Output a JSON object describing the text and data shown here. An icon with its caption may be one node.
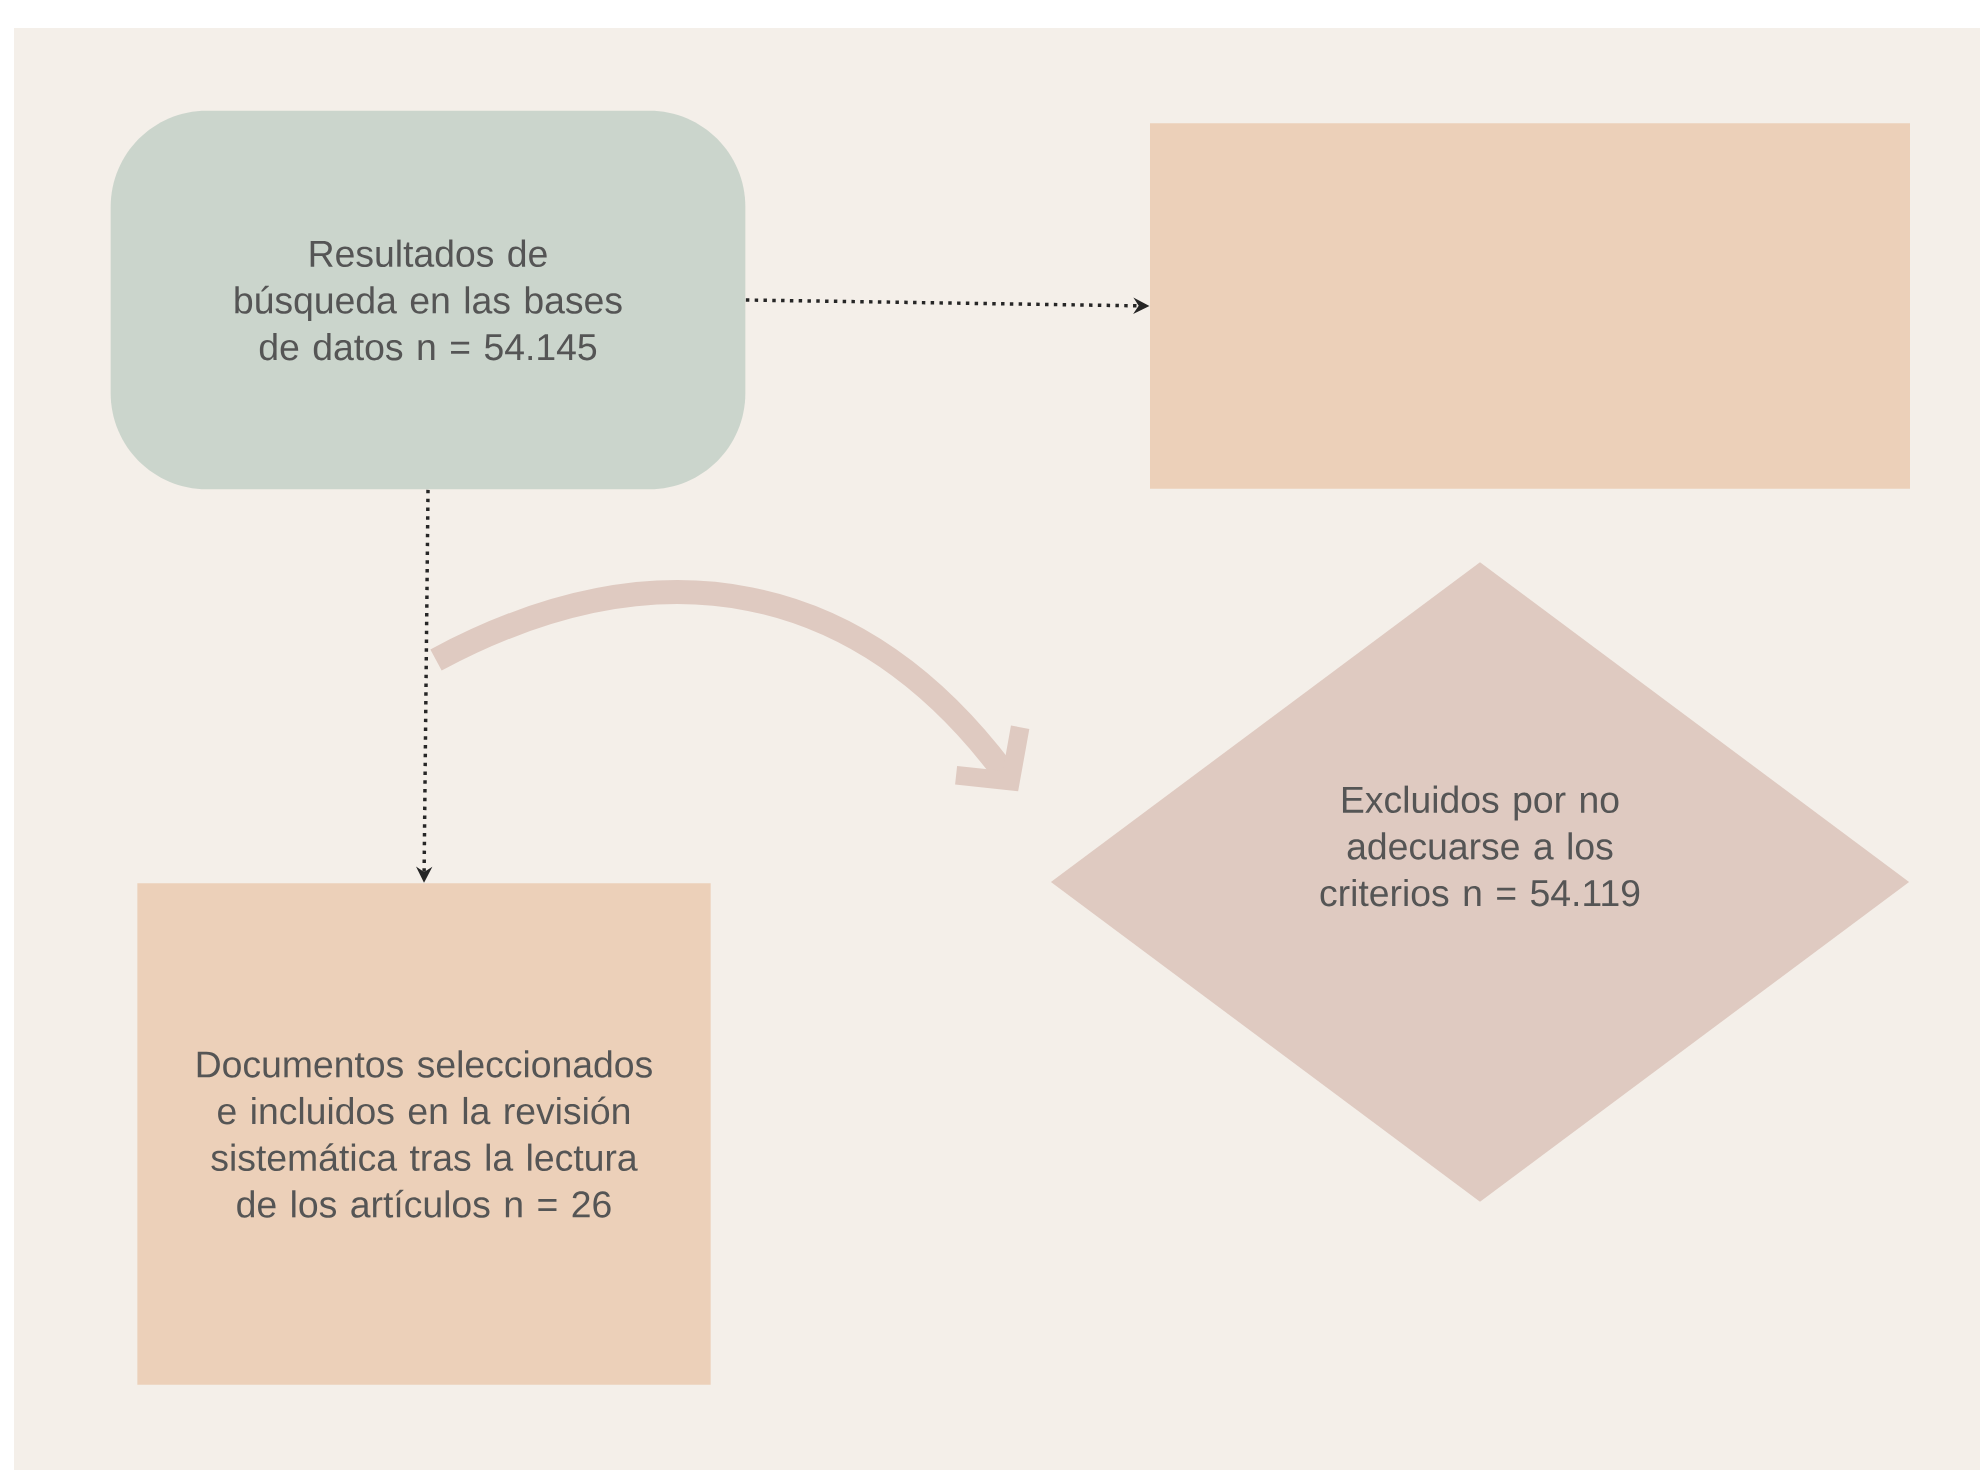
{
  "diagram": {
    "nodes": [
      {
        "text": [
          "Resultados de búsqueda en las bases de datos n = 54.145"
        ]
      },
      {
        "text": [],
        "shape": "box"
      },
      {
        "text": [
          "Documentos seleccionados e incluidos en la revisión sistemática tras la lectura de los artículos n = 26"
        ]
      },
      {
        "text": [
          "Excluidos por no adecuarse a los criterios n = 54.119"
        ]
      }
    ],
    "edges": [
      {
        "from": 0,
        "to": 1,
        "arrow": "to",
        "style": "dashed"
      },
      {
        "from": 0,
        "to": 2,
        "arrow": "to",
        "style": "dashed"
      },
      {
        "from": null,
        "to": 3,
        "arrow": "to",
        "style": "thick",
        "color": "#dfcac1"
      }
    ]
  }
}
